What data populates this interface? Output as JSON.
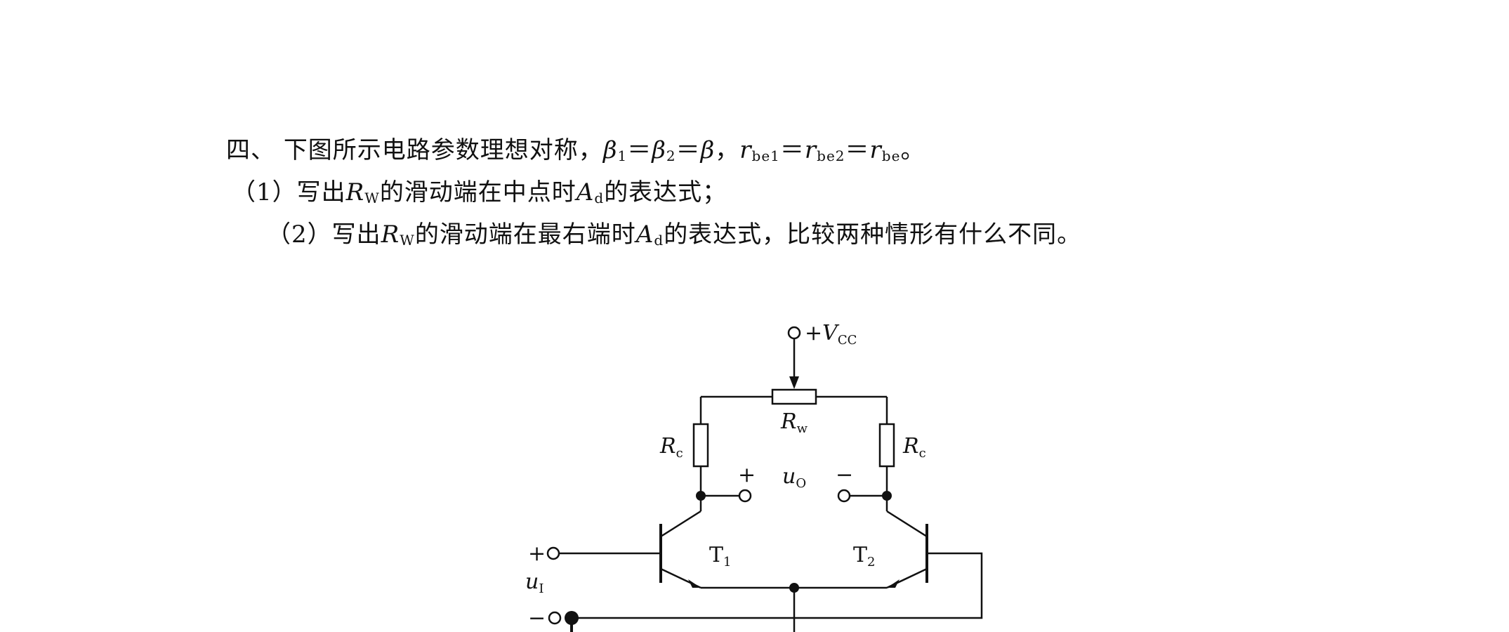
{
  "problem": {
    "number": "四、",
    "intro_text": "下图所示电路参数理想对称，",
    "beta1": "β",
    "beta1_sub": "1",
    "eq1": "＝",
    "beta2": "β",
    "beta2_sub": "2",
    "eq2": "＝",
    "beta": "β",
    "comma": "，",
    "r1": "r",
    "r1_sub": "be1",
    "eq3": "＝",
    "r2": "r",
    "r2_sub": "be2",
    "eq4": "＝",
    "r3": "r",
    "r3_sub": "be",
    "period": "。"
  },
  "q1": {
    "prefix": "（1）写出",
    "R": "R",
    "R_sub": "W",
    "middle": "的滑动端在中点时",
    "A": "A",
    "A_sub": "d",
    "suffix": "的表达式；"
  },
  "q2": {
    "prefix": "（2）写出",
    "R": "R",
    "R_sub": "W",
    "middle": "的滑动端在最右端时",
    "A": "A",
    "A_sub": "d",
    "suffix": "的表达式，比较两种情形有什么不同。"
  },
  "circuit": {
    "vcc_plus": "+",
    "vcc_V": "V",
    "vcc_sub": "CC",
    "rw_R": "R",
    "rw_sub": "w",
    "rc_left_R": "R",
    "rc_left_sub": "c",
    "rc_right_R": "R",
    "rc_right_sub": "c",
    "out_plus": "+",
    "out_minus": "−",
    "uo_u": "u",
    "uo_sub": "O",
    "t1_T": "T",
    "t1_sub": "1",
    "t2_T": "T",
    "t2_sub": "2",
    "in_plus": "+",
    "in_minus": "−",
    "ui_u": "u",
    "ui_sub": "I"
  }
}
